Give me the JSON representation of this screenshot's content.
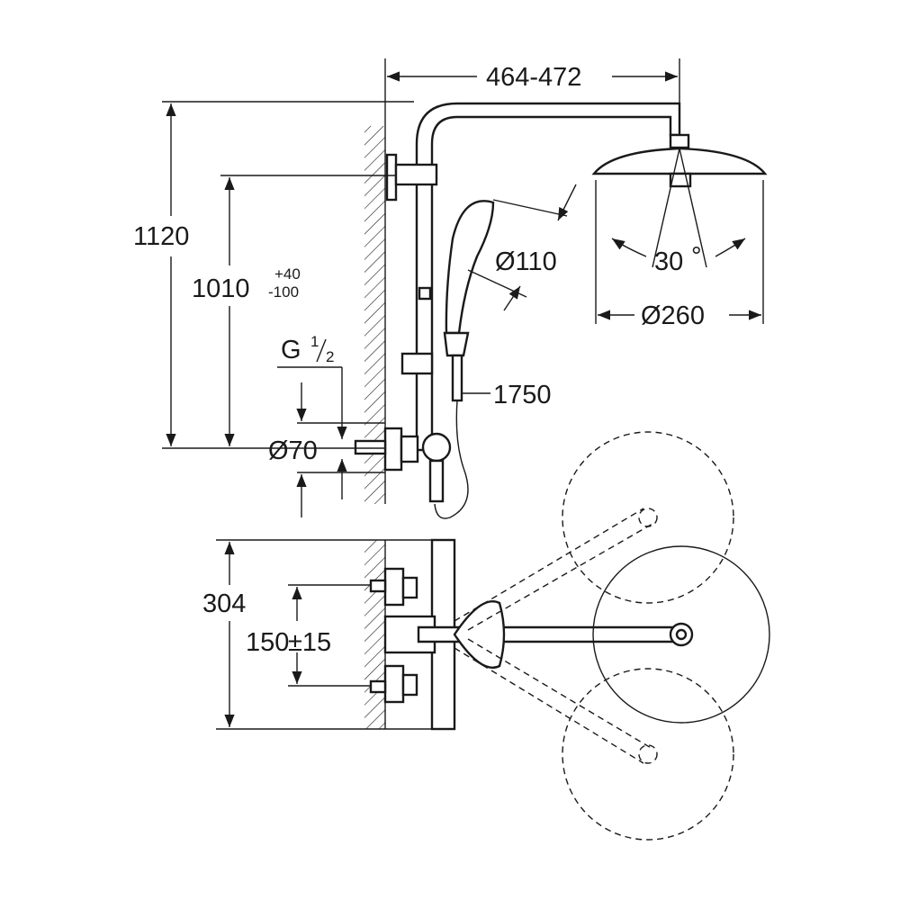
{
  "dimensions": {
    "arm_reach": "464-472",
    "total_height": "1120",
    "outlet_height": "1010",
    "outlet_tol_plus": "+40",
    "outlet_tol_minus": "-100",
    "thread_prefix": "G",
    "thread_num": "1",
    "thread_den": "2",
    "hand_shower_dia": "Ø110",
    "spray_angle": "30",
    "degree_symbol": "°",
    "head_shower_dia": "Ø260",
    "hose_length": "1750",
    "escutcheon_dia": "Ø70",
    "mixer_width": "304",
    "centers": "150",
    "centers_tol": "±15"
  }
}
